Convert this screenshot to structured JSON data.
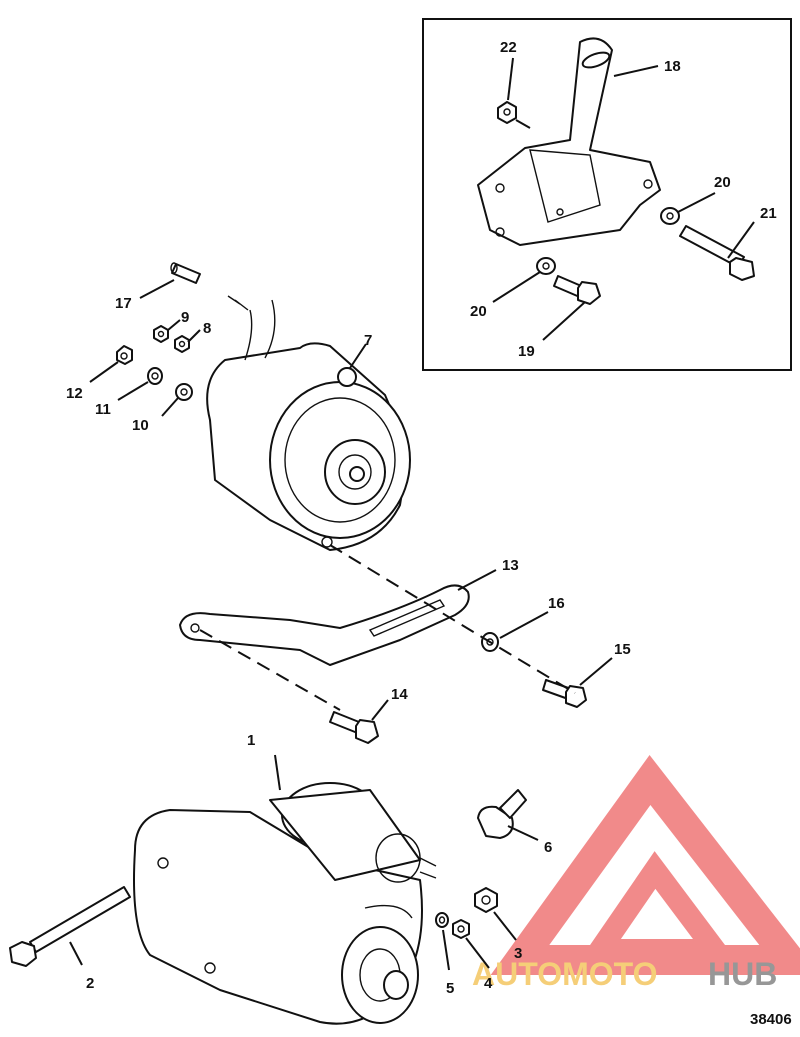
{
  "figure_number": "38406",
  "watermark": {
    "brand_part_1": "AUTOMOTO",
    "brand_part_2": "HUB",
    "color_primary": "#f07e7e",
    "color_secondary": "#f4c96a",
    "color_dark": "#8c8c8c"
  },
  "callouts": [
    {
      "id": "1",
      "label": "1"
    },
    {
      "id": "2",
      "label": "2"
    },
    {
      "id": "3",
      "label": "3"
    },
    {
      "id": "4",
      "label": "4"
    },
    {
      "id": "5",
      "label": "5"
    },
    {
      "id": "6",
      "label": "6"
    },
    {
      "id": "7",
      "label": "7"
    },
    {
      "id": "8",
      "label": "8"
    },
    {
      "id": "9",
      "label": "9"
    },
    {
      "id": "10",
      "label": "10"
    },
    {
      "id": "11",
      "label": "11"
    },
    {
      "id": "12",
      "label": "12"
    },
    {
      "id": "13",
      "label": "13"
    },
    {
      "id": "14",
      "label": "14"
    },
    {
      "id": "15",
      "label": "15"
    },
    {
      "id": "16",
      "label": "16"
    },
    {
      "id": "17",
      "label": "17"
    },
    {
      "id": "18",
      "label": "18"
    },
    {
      "id": "19",
      "label": "19"
    },
    {
      "id": "20a",
      "label": "20"
    },
    {
      "id": "20b",
      "label": "20"
    },
    {
      "id": "21",
      "label": "21"
    },
    {
      "id": "22",
      "label": "22"
    }
  ]
}
